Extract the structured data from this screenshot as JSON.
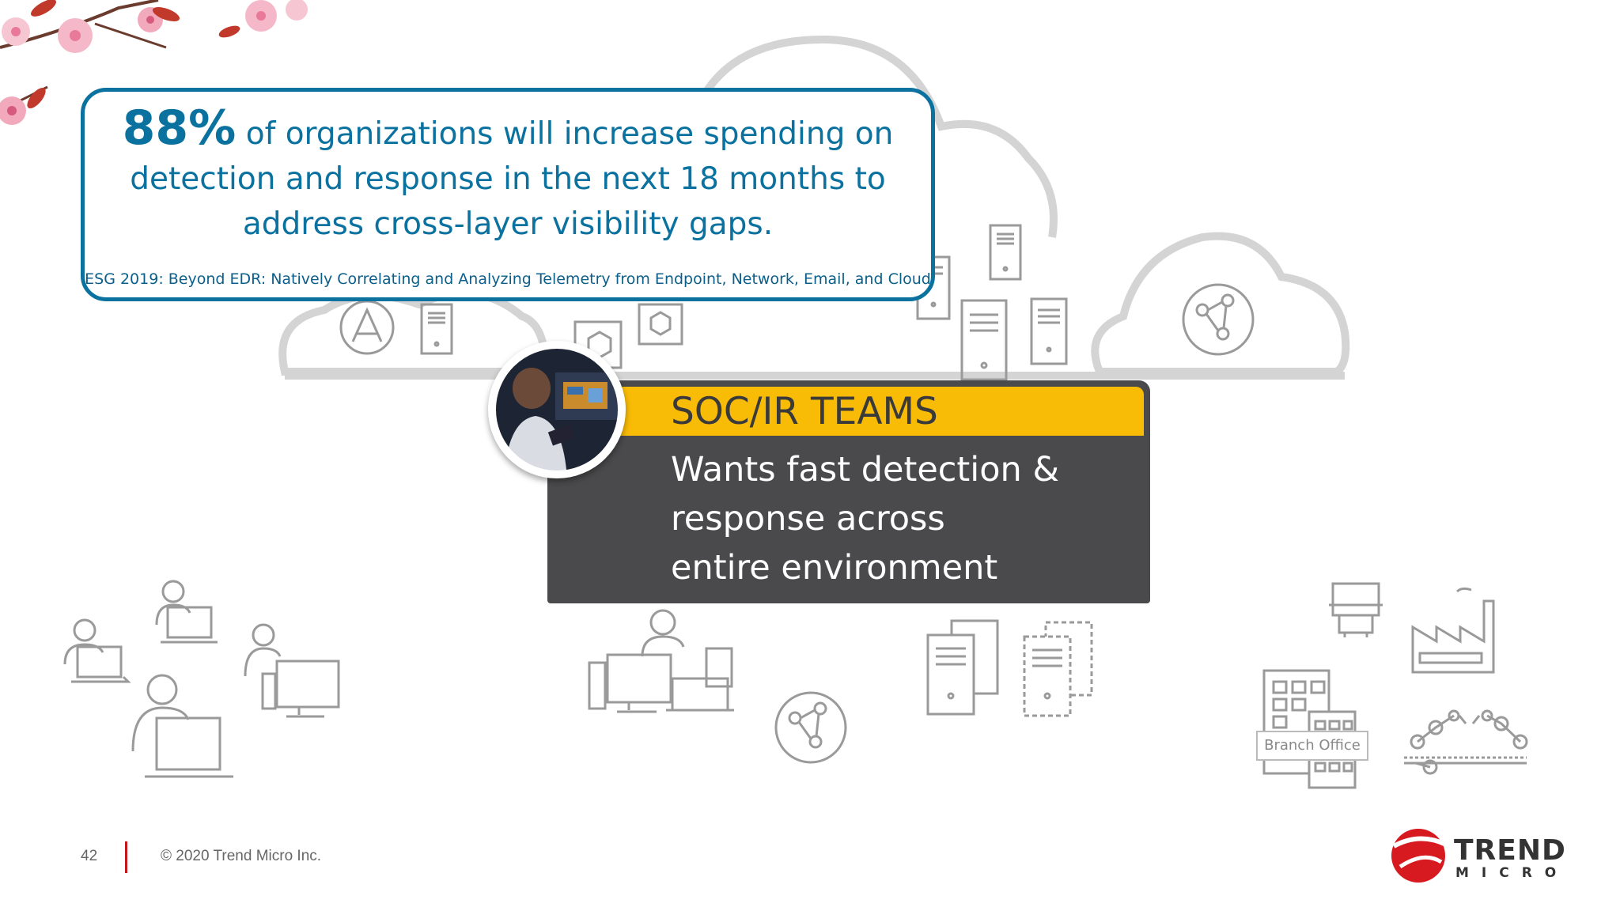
{
  "stat": {
    "percent": "88%",
    "text": "of organizations will increase spending on detection and response in the next 18 months to address cross-layer visibility gaps.",
    "source": "ESG 2019: Beyond EDR: Natively Correlating and Analyzing Telemetry from Endpoint, Network, Email, and Cloud"
  },
  "soc": {
    "title": "SOC/IR TEAMS",
    "body_lines": [
      "Wants fast detection &",
      "response across",
      "entire environment"
    ]
  },
  "branch_office_label": "Branch Office",
  "footer": {
    "page_number": "42",
    "copyright": "© 2020 Trend Micro Inc."
  },
  "logo": {
    "word": "TREND",
    "sub": "MICRO"
  },
  "colors": {
    "accent_blue": "#0b72a0",
    "soc_yellow": "#f9bc06",
    "soc_dark": "#4a4a4c",
    "icon_gray": "#9a9a9a",
    "brand_red": "#d71920"
  },
  "icons": [
    "cherry-blossom",
    "cloud",
    "server",
    "globe-network",
    "app-store",
    "hexagon-shield",
    "user-laptop",
    "desktop",
    "printer",
    "factory",
    "robot-arm",
    "building",
    "gear-play",
    "warning",
    "trend-micro-logo"
  ]
}
